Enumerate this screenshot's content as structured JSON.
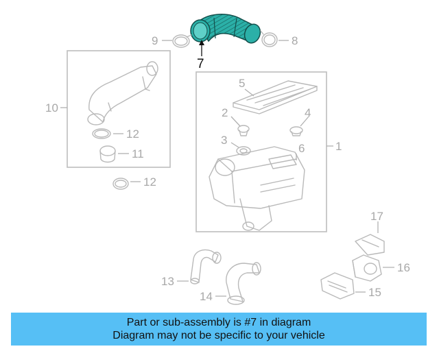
{
  "callouts": {
    "c1": "1",
    "c2": "2",
    "c3": "3",
    "c4": "4",
    "c5": "5",
    "c6": "6",
    "c7": "7",
    "c8": "8",
    "c9": "9",
    "c10": "10",
    "c11": "11",
    "c12a": "12",
    "c12b": "12",
    "c13": "13",
    "c14": "14",
    "c15": "15",
    "c16": "16",
    "c17": "17"
  },
  "highlighted_part": "7",
  "colors": {
    "banner": "#56bff5",
    "highlight": "#2bb0a8",
    "line": "#b9b9b9"
  },
  "banner": {
    "line1": "Part or sub-assembly is #7 in diagram",
    "line2": "Diagram may not be specific to your vehicle"
  }
}
